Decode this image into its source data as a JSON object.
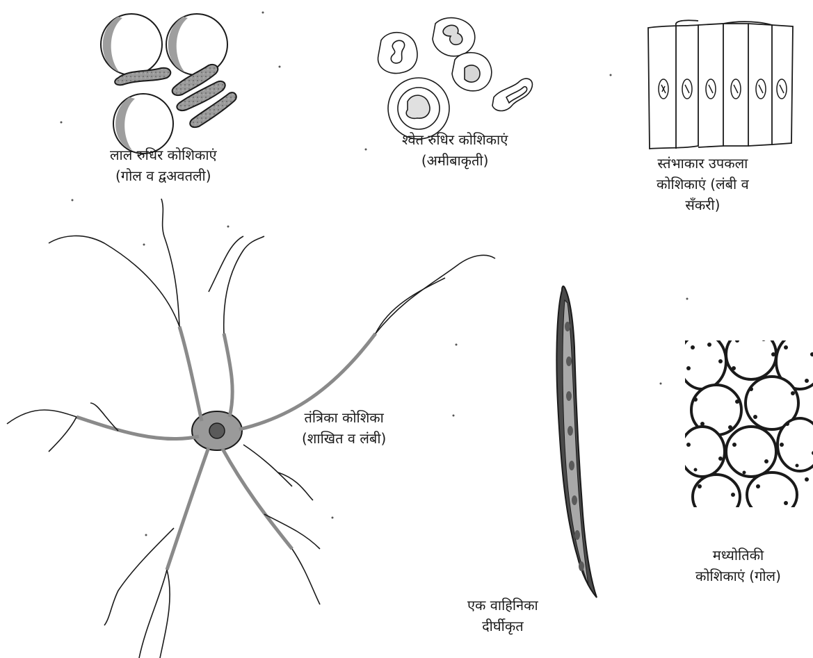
{
  "labels": {
    "rbc": {
      "line1": "लाल रुधिर कोशिकाएं",
      "line2": "(गोल व द्वअवतली)"
    },
    "wbc": {
      "line1": "श्वेत रुधिर कोशिकाएं",
      "line2": "(अमीबाकृती)"
    },
    "columnar": {
      "line1": "स्तंभाकार उपकला",
      "line2": "कोशिकाएं (लंबी व",
      "line3": "सँकरी)"
    },
    "nerve": {
      "line1": "तंत्रिका कोशिका",
      "line2": "(शाखित व लंबी)"
    },
    "vessel": {
      "line1": "एक वाहिनिका",
      "line2": "दीर्घीकृत"
    },
    "parenchyma": {
      "line1": "मध्योतिकी",
      "line2": "कोशिकाएं (गोल)"
    }
  },
  "colors": {
    "ink": "#1a1a1a",
    "shade": "#8a8a8a",
    "light": "#c8c8c8"
  }
}
